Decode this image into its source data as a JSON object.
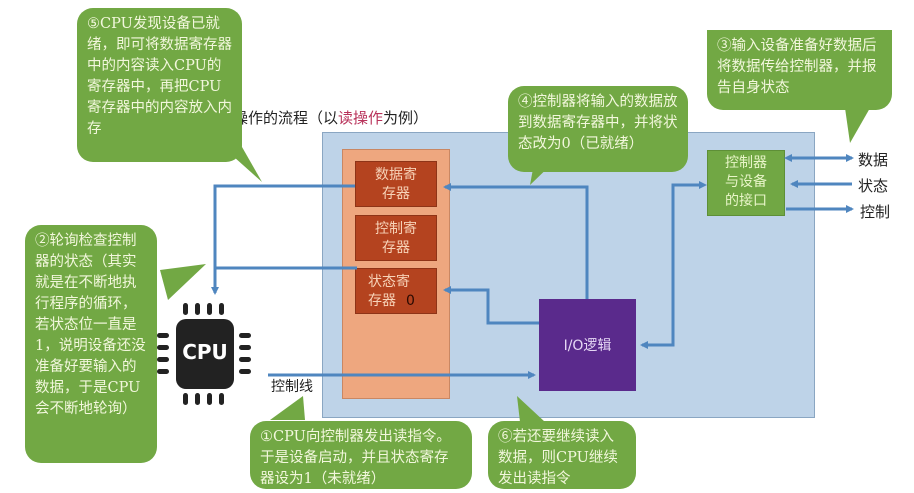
{
  "title": {
    "prefix": "操作的流程（以",
    "highlight": "读操作",
    "suffix": "为例）"
  },
  "registers": {
    "data_register": "数据寄存器",
    "data_register_l1": "数据寄",
    "data_register_l2": "存器",
    "control_register_l1": "控制寄",
    "control_register_l2": "存器",
    "status_register_l1": "状态寄",
    "status_register_l2": "存器",
    "status_value": "0"
  },
  "io_logic": {
    "label": "I/O逻辑"
  },
  "device_interface": {
    "l1": "控制器",
    "l2": "与设备",
    "l3": "的接口"
  },
  "device_signals": {
    "data": "数据",
    "status": "状态",
    "control": "控制"
  },
  "cpu": {
    "label": "CPU",
    "control_line": "控制线"
  },
  "bubbles": {
    "step1": "①CPU向控制器发出读指令。于是设备启动，并且状态寄存器设为1（未就绪）",
    "step2": "②轮询检查控制器的状态（其实就是在不断地执行程序的循环，若状态位一直是1，说明设备还没准备好要输入的数据，于是CPU会不断地轮询）",
    "step3": "③输入设备准备好数据后将数据传给控制器，并报告自身状态",
    "step4": "④控制器将输入的数据放到数据寄存器中，并将状态改为0（已就绪）",
    "step5": "⑤CPU发现设备已就绪，即可将数据寄存器中的内容读入CPU的寄存器中，再把CPU寄存器中的内容放入内存",
    "step6": "⑥若还要继续读入数据，则CPU继续发出读指令"
  },
  "colors": {
    "bubble_green": "#72a844",
    "panel_blue": "#bed3e8",
    "register_red": "#b4431f",
    "column_salmon": "#eea77f",
    "io_purple": "#5a2a8c",
    "arrow_blue": "#4f86bf",
    "title_highlight": "#b8325a"
  }
}
